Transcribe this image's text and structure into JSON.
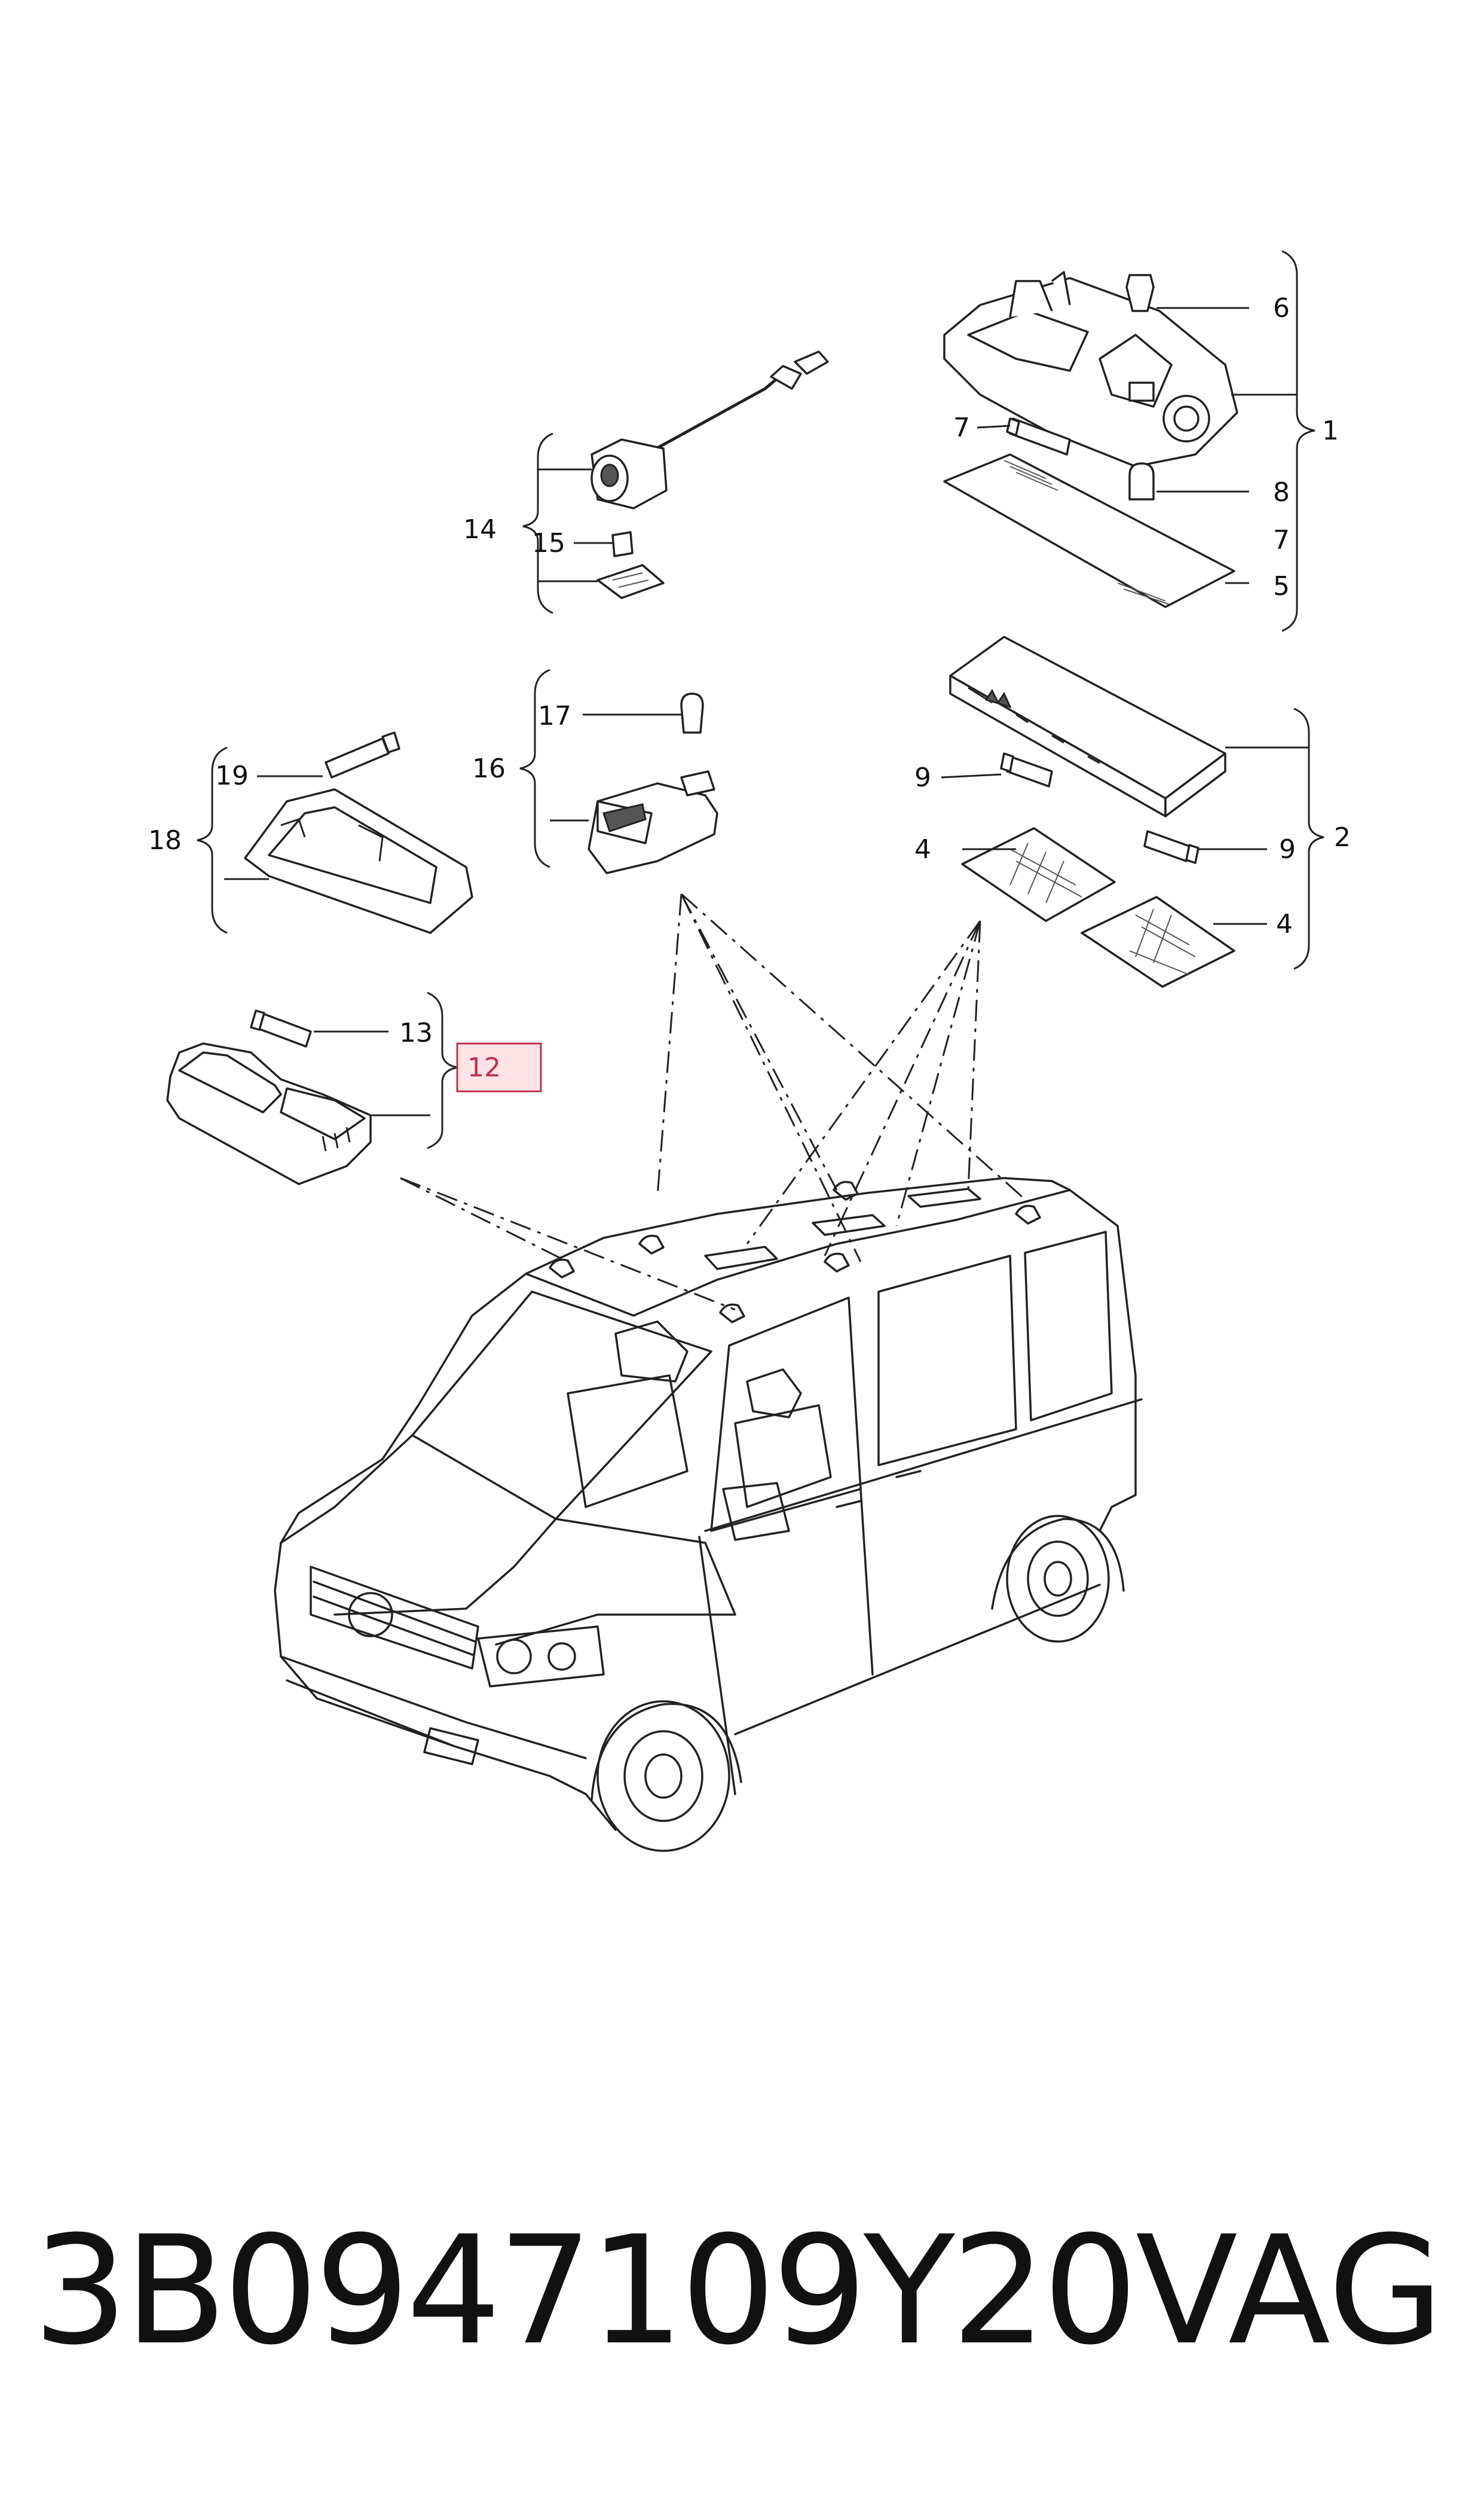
{
  "labels": {
    "c1": "1",
    "c2": "2",
    "c4a": "4",
    "c4b": "4",
    "c5": "5",
    "c6": "6",
    "c7a": "7",
    "c7b": "7",
    "c8": "8",
    "c9a": "9",
    "c9b": "9",
    "c12": "12",
    "c13": "13",
    "c14": "14",
    "c15": "15",
    "c16": "16",
    "c17": "17",
    "c18": "18",
    "c19": "19"
  },
  "footer": {
    "part_number": "3B0947109Y20",
    "brand": "VAG"
  },
  "colors": {
    "highlight": "#c0304a",
    "highlight_fill": "#fbe3e6",
    "line": "#222222"
  }
}
